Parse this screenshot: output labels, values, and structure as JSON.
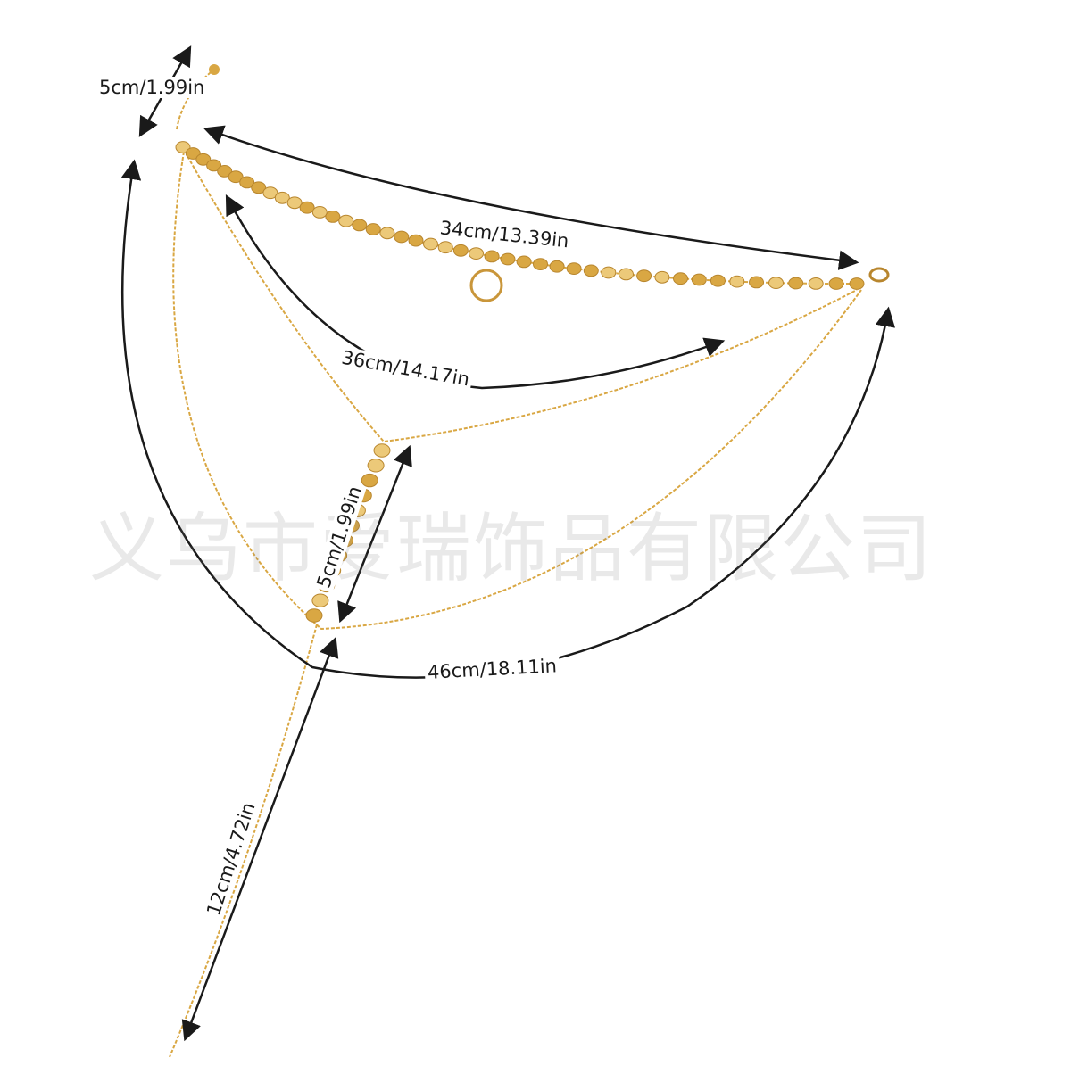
{
  "measurements": {
    "extender": "5cm/1.99in",
    "choker": "34cm/13.39in",
    "middle": "36cm/14.17in",
    "y_drop": "5cm/1.99in",
    "outer": "46cm/18.11in",
    "tail": "12cm/4.72in"
  },
  "watermark": "义乌市爱瑞饰品有限公司",
  "colors": {
    "gold": "#d9a743",
    "gold_light": "#ecc979",
    "gold_dark": "#b8862e",
    "arrow": "#1a1a1a"
  }
}
